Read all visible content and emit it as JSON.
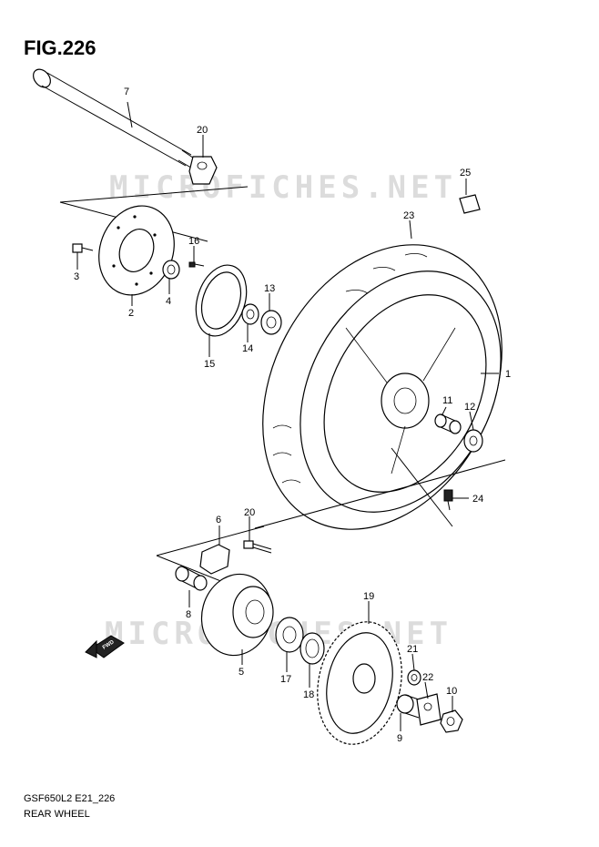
{
  "figure": {
    "title": "FIG.226"
  },
  "watermark": {
    "text": "MICROFICHES.NET"
  },
  "footer": {
    "code": "GSF650L2 E21_226",
    "name": "REAR WHEEL"
  },
  "fwd_arrow": {
    "label": "FWD"
  },
  "callouts": [
    {
      "num": "1"
    },
    {
      "num": "2"
    },
    {
      "num": "3"
    },
    {
      "num": "4"
    },
    {
      "num": "5"
    },
    {
      "num": "6"
    },
    {
      "num": "7"
    },
    {
      "num": "8"
    },
    {
      "num": "9"
    },
    {
      "num": "10"
    },
    {
      "num": "11"
    },
    {
      "num": "12"
    },
    {
      "num": "13"
    },
    {
      "num": "14"
    },
    {
      "num": "15"
    },
    {
      "num": "16"
    },
    {
      "num": "17"
    },
    {
      "num": "18"
    },
    {
      "num": "19"
    },
    {
      "num": "20"
    },
    {
      "num": "20"
    },
    {
      "num": "21"
    },
    {
      "num": "22"
    },
    {
      "num": "23"
    },
    {
      "num": "24"
    },
    {
      "num": "25"
    }
  ]
}
